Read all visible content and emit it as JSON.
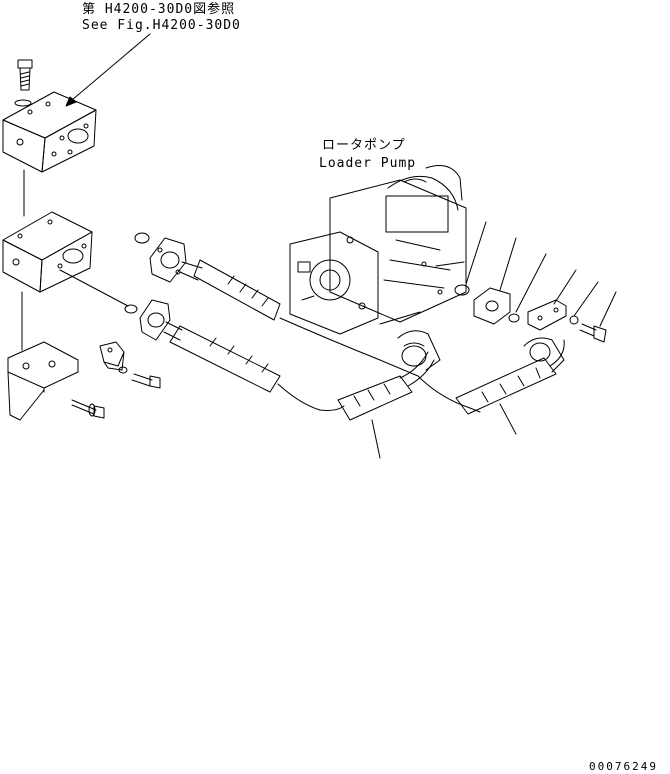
{
  "reference": {
    "jp": "第 H4200-30D0図参照",
    "en": "See Fig.H4200-30D0"
  },
  "pump": {
    "jp": "ロータポンプ",
    "en": "Loader Pump"
  },
  "drawing_number": "00076249",
  "colors": {
    "ink": "#000000",
    "paper": "#ffffff"
  }
}
